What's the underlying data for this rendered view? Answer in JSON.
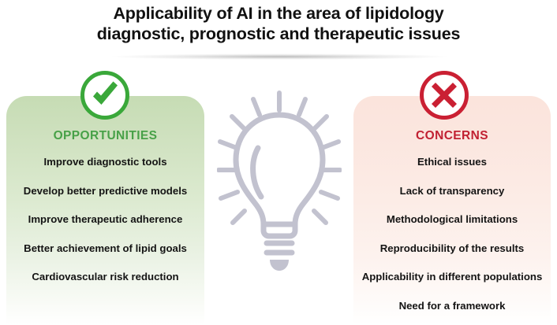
{
  "title": {
    "line1": "Applicability of AI in the area of lipidology",
    "line2": "diagnostic, prognostic and therapeutic issues"
  },
  "colors": {
    "opportunities_accent": "#48a148",
    "concerns_accent": "#c12132",
    "green_panel": "#c6dcb4",
    "pink_panel": "#fbe4dc",
    "bulb": "#c2c2cf",
    "text": "#141414"
  },
  "left_column": {
    "icon": "check-circle-icon",
    "heading": "OPPORTUNITIES",
    "items": [
      "Improve diagnostic tools",
      "Develop better predictive models",
      "Improve therapeutic adherence",
      "Better achievement of lipid goals",
      "Cardiovascular risk reduction"
    ]
  },
  "right_column": {
    "icon": "cross-circle-icon",
    "heading": "CONCERNS",
    "items": [
      "Ethical issues",
      "Lack of transparency",
      "Methodological limitations",
      "Reproducibility of the results",
      "Applicability in different populations",
      "Need for a framework"
    ]
  },
  "center_graphic": {
    "icon": "lightbulb-icon",
    "rays": 10
  }
}
